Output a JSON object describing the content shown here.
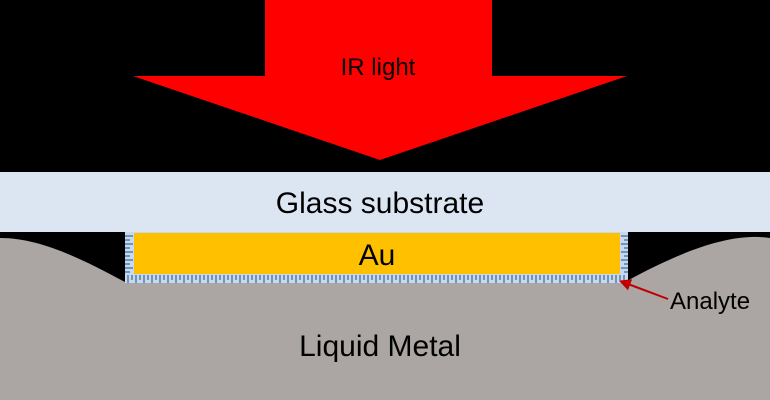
{
  "diagram": {
    "labels": {
      "ir_light": "IR light",
      "glass_substrate": "Glass substrate",
      "gold_layer": "Au",
      "liquid_metal": "Liquid Metal",
      "analyte": "Analyte"
    },
    "colors": {
      "background": "#000000",
      "ir_arrow": "#ff0000",
      "glass": "#dce6f2",
      "gold": "#ffc000",
      "liquid_metal": "#aba5a3",
      "analyte_layer": "#c6d9f1",
      "analyte_ticks": "#1f4e79",
      "analyte_pointer": "#c00000"
    }
  }
}
